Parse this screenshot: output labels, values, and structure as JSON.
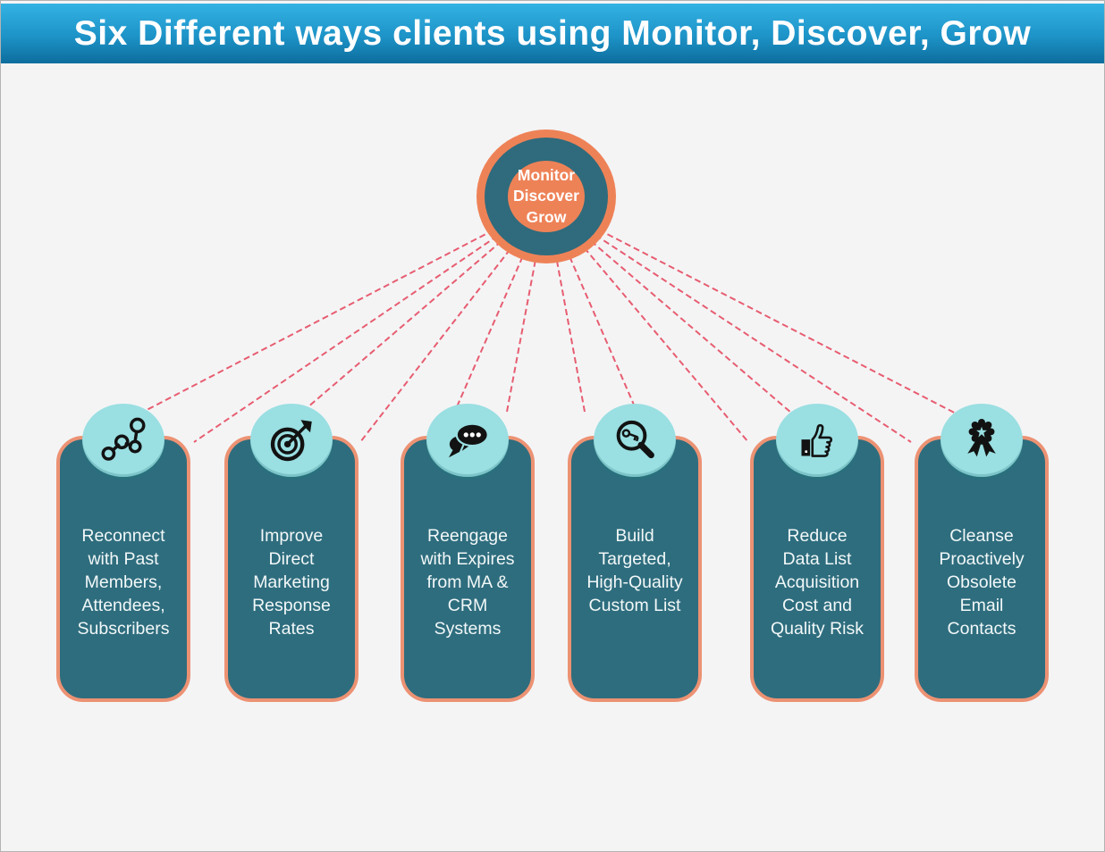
{
  "header": {
    "title": "Six Different ways clients using Monitor, Discover, Grow"
  },
  "center": {
    "label": "Monitor\nDiscover\nGrow"
  },
  "cards": [
    {
      "icon": "network-icon",
      "text": "Reconnect\nwith Past\nMembers,\nAttendees,\nSubscribers"
    },
    {
      "icon": "target-icon",
      "text": "Improve\nDirect\nMarketing\nResponse\nRates"
    },
    {
      "icon": "chat-icon",
      "text": "Reengage\nwith Expires\nfrom MA &\nCRM\nSystems"
    },
    {
      "icon": "search-key-icon",
      "text": "Build\nTargeted,\nHigh-Quality\nCustom List"
    },
    {
      "icon": "thumbs-up-icon",
      "text": "Reduce\nData List\nAcquisition\nCost and\nQuality Risk"
    },
    {
      "icon": "award-icon",
      "text": "Cleanse\nProactively\nObsolete\nEmail\nContacts"
    }
  ],
  "colors": {
    "header_gradient_top": "#34b2e4",
    "header_gradient_bottom": "#0d6d9d",
    "background": "#f4f4f5",
    "card_fill": "#2e6d7e",
    "card_border": "#ec9273",
    "icon_badge_fill": "#9adfe2",
    "center_orange": "#ee8257",
    "center_teal": "#2f6b7c",
    "connector_line": "#e64d62",
    "text_white": "#ffffff"
  }
}
